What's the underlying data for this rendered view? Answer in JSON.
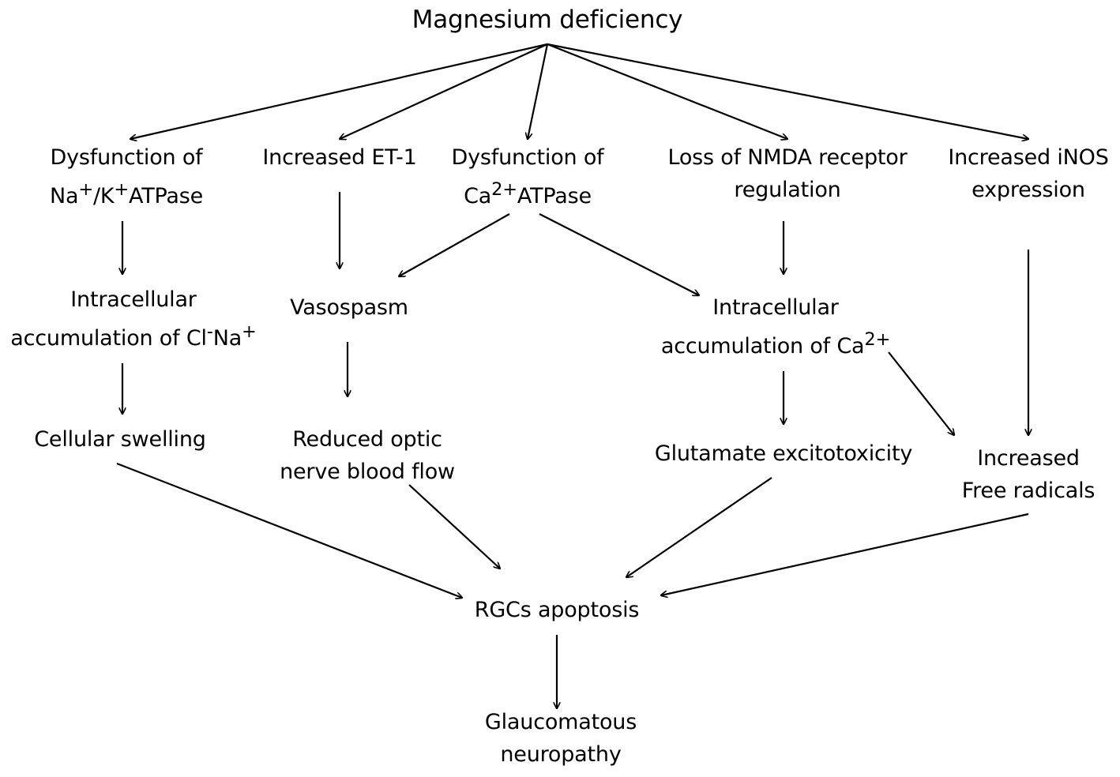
{
  "nodes": {
    "magnesium_deficiency": "Magnesium deficiency",
    "na_k_atpase": {
      "line1": "Dysfunction of",
      "line2_na": "Na",
      "line2_plus1": "+",
      "line2_k": "/K",
      "line2_plus2": "+",
      "line2_atpase": "ATPase"
    },
    "et1": "Increased ET-1",
    "ca_atpase": {
      "line1": "Dysfunction of",
      "line2_ca": "Ca",
      "line2_sup": "2+",
      "line2_atpase": "ATPase"
    },
    "nmda": {
      "line1": "Loss of NMDA receptor",
      "line2": "regulation"
    },
    "inos": {
      "line1": "Increased iNOS",
      "line2": "expression"
    },
    "cl_na": {
      "line1": "Intracellular",
      "line2_prefix": "accumulation of Cl",
      "line2_minus": "-",
      "line2_na": "Na",
      "line2_plus": "+"
    },
    "vasospasm": "Vasospasm",
    "ca_accum": {
      "line1": "Intracellular",
      "line2_prefix": "accumulation of Ca",
      "line2_sup": "2+"
    },
    "cellular_swelling": "Cellular swelling",
    "reduced_flow": {
      "line1": "Reduced optic",
      "line2": "nerve blood flow"
    },
    "glutamate": "Glutamate excitotoxicity",
    "free_radicals": {
      "line1": "Increased",
      "line2": "Free radicals"
    },
    "rgc_apoptosis": "RGCs apoptosis",
    "glaucomatous": {
      "line1": "Glaucomatous",
      "line2": "neuropathy"
    }
  },
  "edges": [
    {
      "from": "magnesium_deficiency",
      "to": "na_k_atpase"
    },
    {
      "from": "magnesium_deficiency",
      "to": "et1"
    },
    {
      "from": "magnesium_deficiency",
      "to": "ca_atpase"
    },
    {
      "from": "magnesium_deficiency",
      "to": "nmda"
    },
    {
      "from": "magnesium_deficiency",
      "to": "inos"
    },
    {
      "from": "na_k_atpase",
      "to": "cl_na"
    },
    {
      "from": "et1",
      "to": "vasospasm"
    },
    {
      "from": "ca_atpase",
      "to": "vasospasm"
    },
    {
      "from": "ca_atpase",
      "to": "ca_accum"
    },
    {
      "from": "nmda",
      "to": "ca_accum"
    },
    {
      "from": "inos",
      "to": "free_radicals"
    },
    {
      "from": "cl_na",
      "to": "cellular_swelling"
    },
    {
      "from": "vasospasm",
      "to": "reduced_flow"
    },
    {
      "from": "ca_accum",
      "to": "glutamate"
    },
    {
      "from": "ca_accum",
      "to": "free_radicals"
    },
    {
      "from": "cellular_swelling",
      "to": "rgc_apoptosis"
    },
    {
      "from": "reduced_flow",
      "to": "rgc_apoptosis"
    },
    {
      "from": "glutamate",
      "to": "rgc_apoptosis"
    },
    {
      "from": "free_radicals",
      "to": "rgc_apoptosis"
    },
    {
      "from": "rgc_apoptosis",
      "to": "glaucomatous"
    }
  ]
}
